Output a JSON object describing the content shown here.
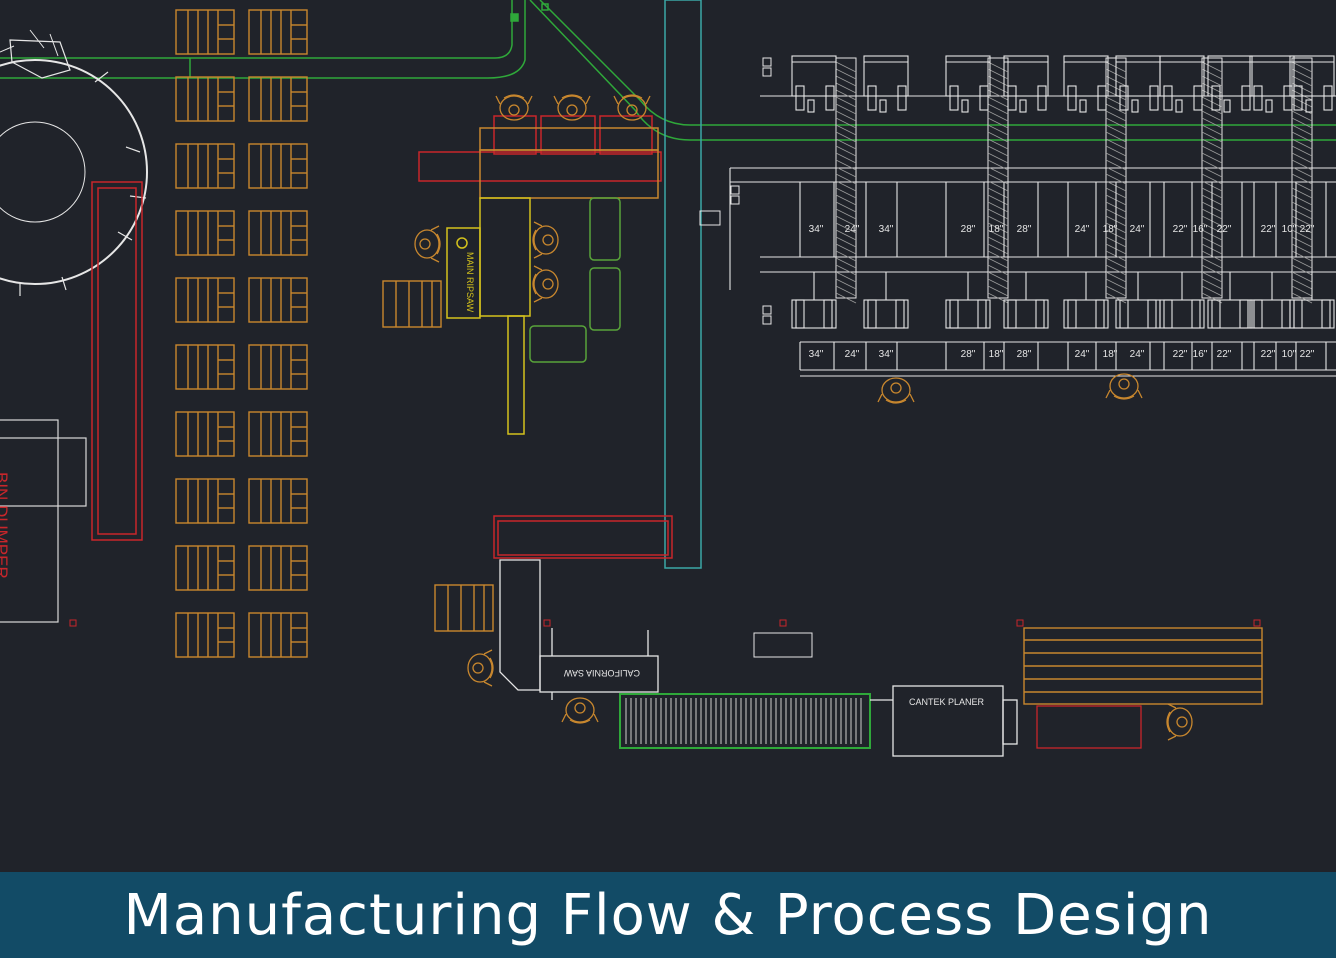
{
  "banner": {
    "title": "Manufacturing Flow & Process Design"
  },
  "labels": {
    "main_ripsaw": "MAIN RIPSAW",
    "california_saw": "CALIFORNIA SAW",
    "cantek_planer": "CANTEK PLANER",
    "bin_dumper": "BIN DUMPER"
  },
  "machine_widths_top": [
    "34\"",
    "24\"",
    "34\"",
    "28\"",
    "18\"",
    "28\"",
    "24\"",
    "18\"",
    "24\"",
    "22\"",
    "16\"",
    "22\"",
    "22\"",
    "10\"",
    "22\""
  ],
  "machine_widths_bottom": [
    "34\"",
    "24\"",
    "34\"",
    "28\"",
    "18\"",
    "28\"",
    "24\"",
    "18\"",
    "24\"",
    "22\"",
    "16\"",
    "22\"",
    "22\"",
    "10\"",
    "22\""
  ],
  "colors": {
    "background": "#20232a",
    "banner": "#124b66",
    "conveyor_green": "#2fa83a",
    "equipment_red": "#c8262b",
    "pallet_orange": "#c8872e",
    "machine_white": "#e6e6e6",
    "ripsaw_yellow": "#d4c21c",
    "duct_teal": "#3aa7a6",
    "chute_olive": "#58a33a"
  }
}
